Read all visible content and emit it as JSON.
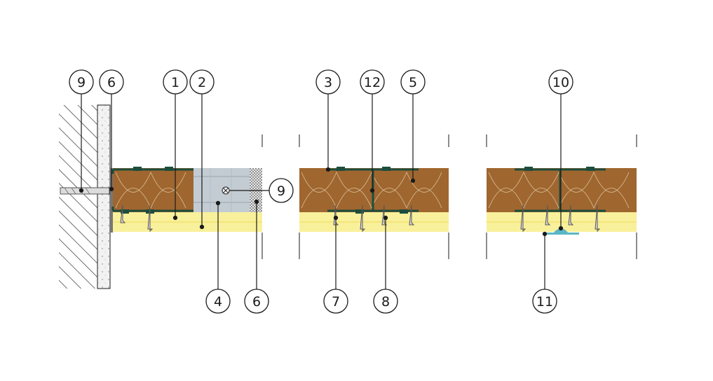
{
  "colors": {
    "insulation": "#a0662f",
    "insulation_line": "#d8c29a",
    "board": "#f9f09b",
    "board_line": "#efdb5a",
    "steel_profile": "#1c4d3d",
    "metal_stud": "#c3ccd3",
    "masonry_hatch": "#333333",
    "plaster": "#f2f2f2",
    "sealant": "#5bb6c4",
    "line": "#1a1a1a"
  },
  "callouts": [
    {
      "id": "c-9-left",
      "label": "9"
    },
    {
      "id": "c-6-top",
      "label": "6"
    },
    {
      "id": "c-1",
      "label": "1"
    },
    {
      "id": "c-2",
      "label": "2"
    },
    {
      "id": "c-9-right",
      "label": "9"
    },
    {
      "id": "c-4",
      "label": "4"
    },
    {
      "id": "c-6-bottom",
      "label": "6"
    },
    {
      "id": "c-3",
      "label": "3"
    },
    {
      "id": "c-12",
      "label": "12"
    },
    {
      "id": "c-5",
      "label": "5"
    },
    {
      "id": "c-7",
      "label": "7"
    },
    {
      "id": "c-8",
      "label": "8"
    },
    {
      "id": "c-10",
      "label": "10"
    },
    {
      "id": "c-11",
      "label": "11"
    }
  ]
}
